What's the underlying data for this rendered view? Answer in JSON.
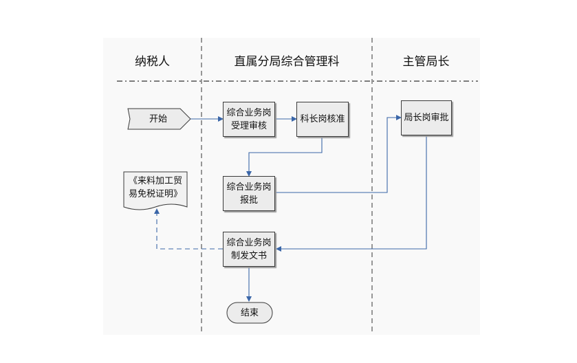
{
  "lanes": [
    {
      "id": "taxpayer",
      "label": "纳税人"
    },
    {
      "id": "bureau",
      "label": "直属分局综合管理科"
    },
    {
      "id": "director",
      "label": "主管局长"
    }
  ],
  "nodes": {
    "start": "开始",
    "accept": "综合业务岗\n受理审核",
    "section_chief": "科长岗核准",
    "director_approve": "局长岗审批",
    "report": "综合业务岗\n报批",
    "document": "《来料加工贸\n易免税证明》",
    "issue": "综合业务岗\n制发文书",
    "end": "结束"
  },
  "colors": {
    "arrow": "#3a66a8",
    "divider": "#555555",
    "box_fill": "#ececec",
    "box_border": "#3a3a3a"
  }
}
